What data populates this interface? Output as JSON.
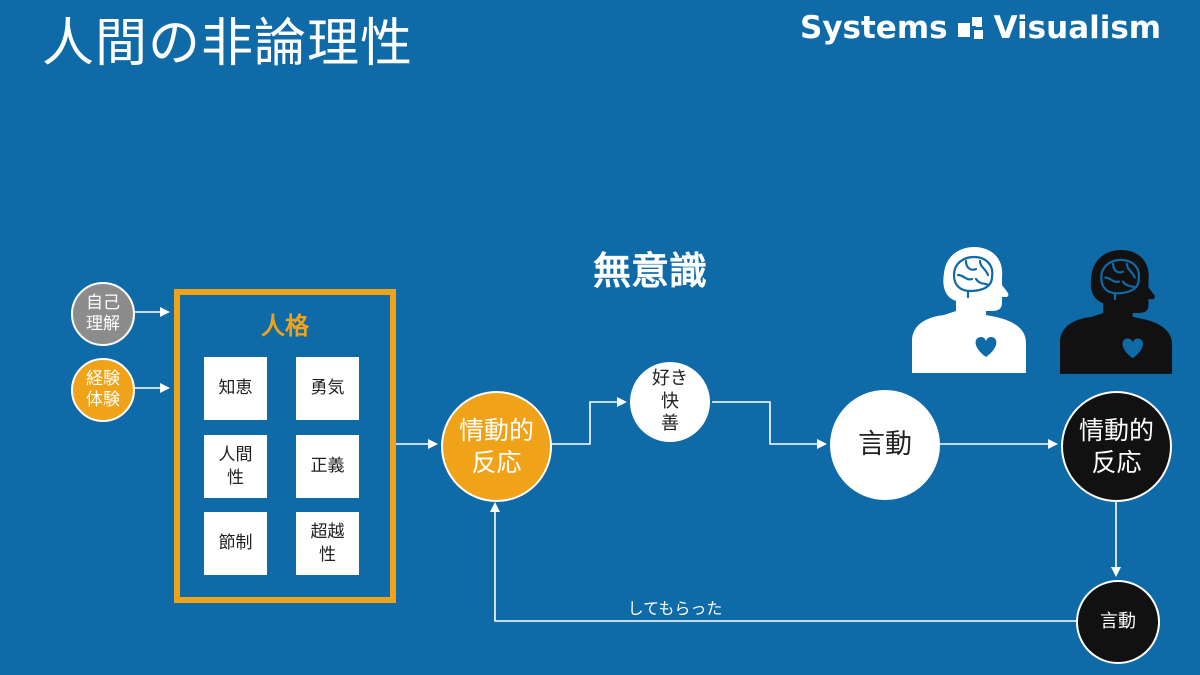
{
  "title": "人間の非論理性",
  "logo": {
    "left": "Systems",
    "right": "Visualism"
  },
  "unconscious_label": "無意識",
  "inputs": [
    {
      "line1": "自己",
      "line2": "理解",
      "color": "#8c8c8c"
    },
    {
      "line1": "経験",
      "line2": "体験",
      "color": "#f0a318"
    }
  ],
  "persona": {
    "label": "人格",
    "virtues": [
      {
        "line1": "知恵",
        "line2": ""
      },
      {
        "line1": "勇気",
        "line2": ""
      },
      {
        "line1": "人間",
        "line2": "性"
      },
      {
        "line1": "正義",
        "line2": ""
      },
      {
        "line1": "節制",
        "line2": ""
      },
      {
        "line1": "超越",
        "line2": "性"
      }
    ]
  },
  "emotional_reaction": {
    "line1": "情動的",
    "line2": "反応"
  },
  "preference": {
    "line1": "好き",
    "line2": "快",
    "line3": "善"
  },
  "speech": "言動",
  "other_emotional_reaction": {
    "line1": "情動的",
    "line2": "反応"
  },
  "other_speech": "言動",
  "feedback_label": "してもらった",
  "icons": {
    "self_person": "head-with-brain-and-heart-icon-white",
    "other_person": "head-with-brain-and-heart-icon-black"
  },
  "colors": {
    "background": "#0f6aa8",
    "accent": "#f0a318",
    "dark": "#111111"
  }
}
